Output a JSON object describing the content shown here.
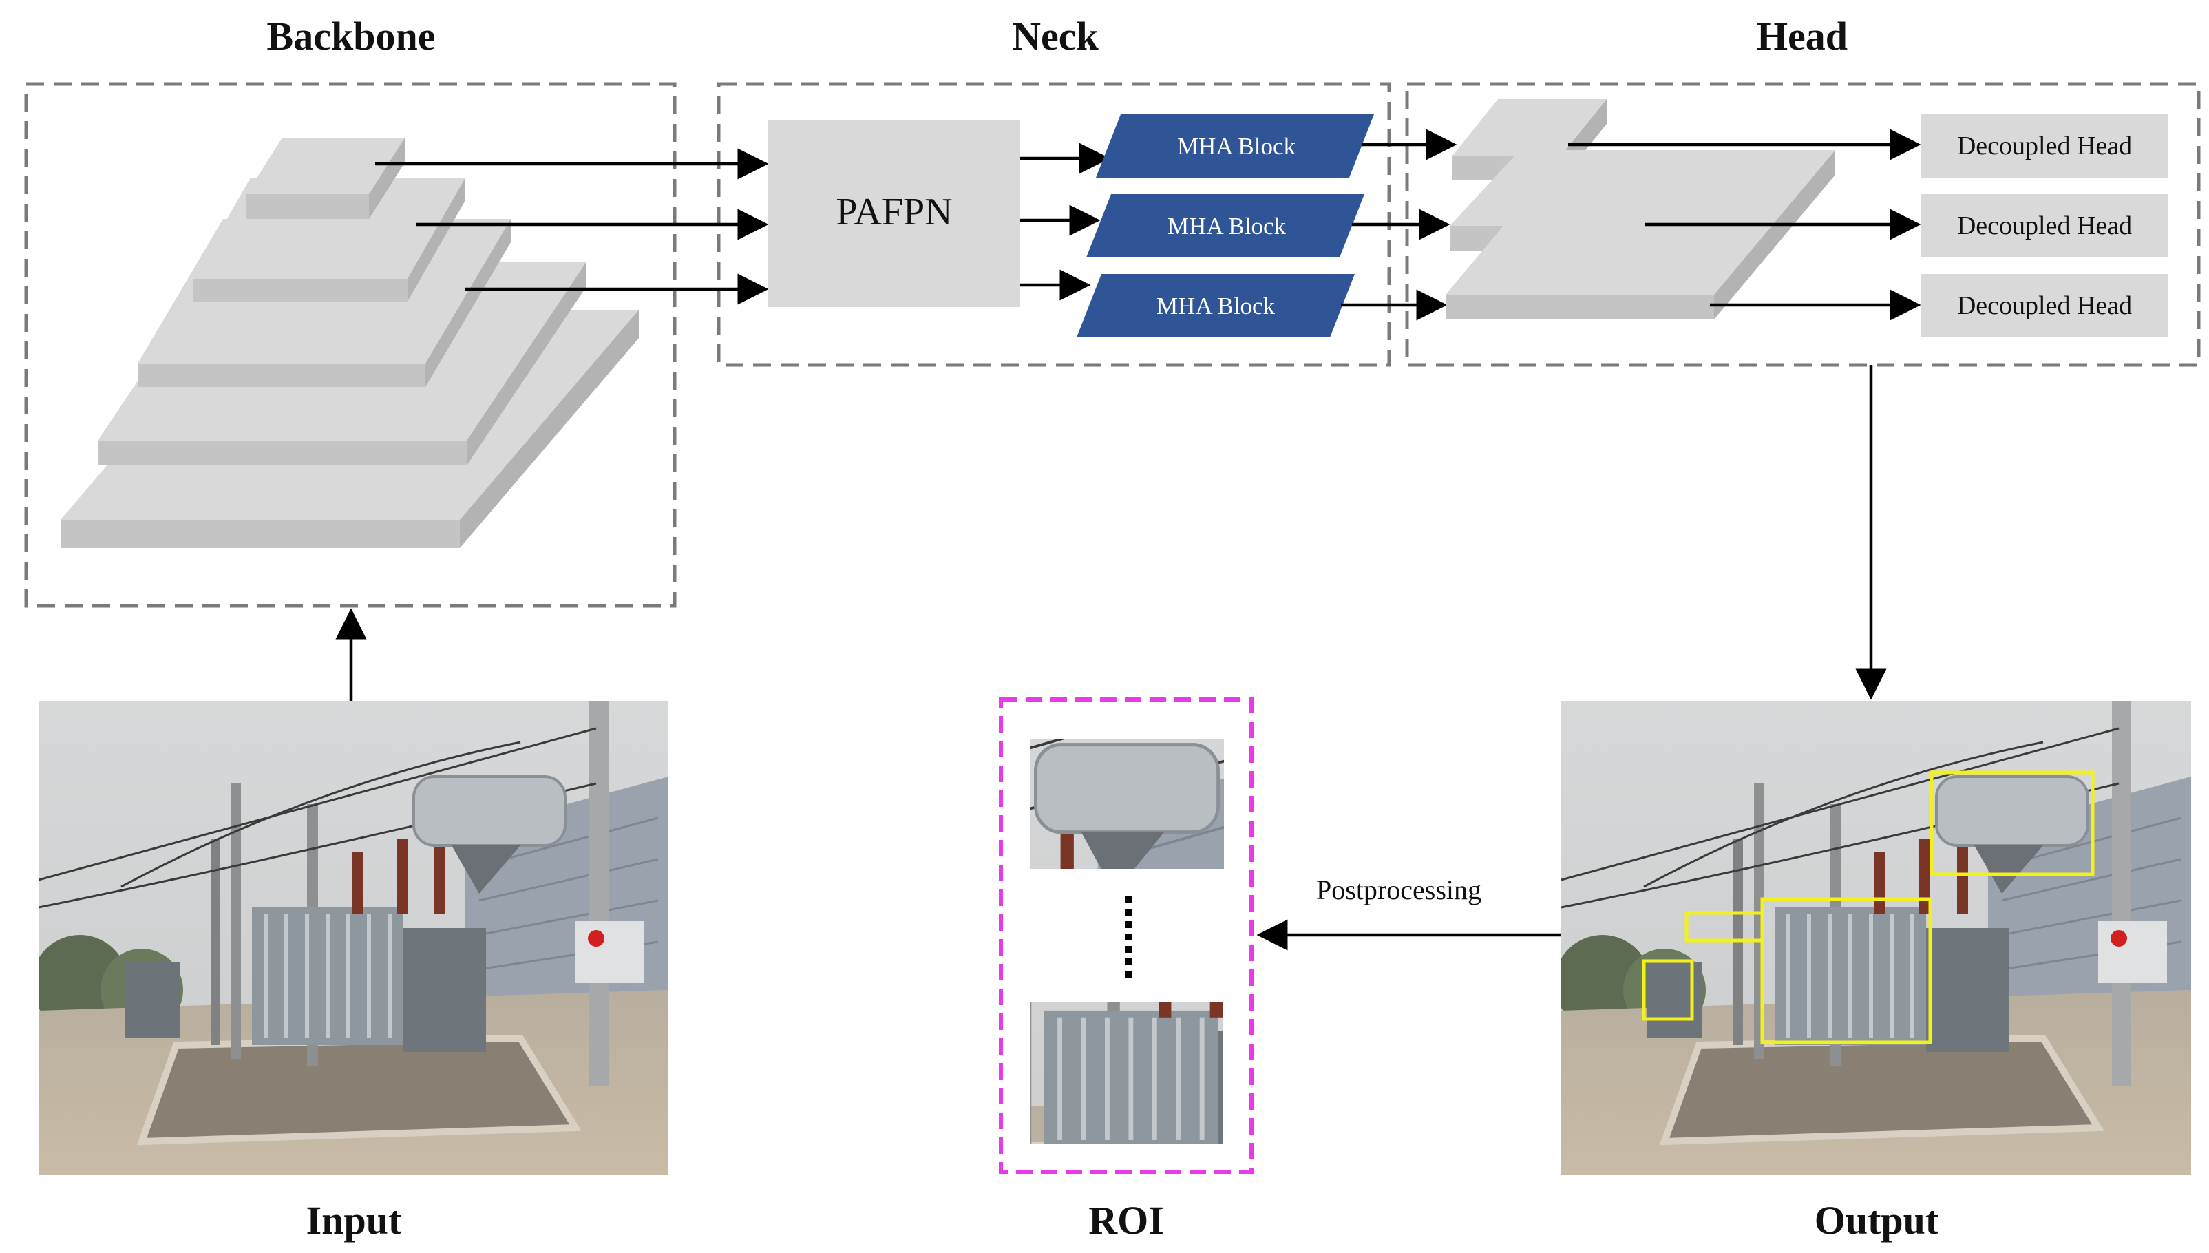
{
  "sections": {
    "backbone_title": "Backbone",
    "neck_title": "Neck",
    "head_title": "Head"
  },
  "neck": {
    "pafpn_label": "PAFPN",
    "mha_blocks": [
      "MHA Block",
      "MHA Block",
      "MHA Block"
    ]
  },
  "head": {
    "decoupled_heads": [
      "Decoupled Head",
      "Decoupled Head",
      "Decoupled Head"
    ]
  },
  "bottom": {
    "input_label": "Input",
    "roi_label": "ROI",
    "output_label": "Output",
    "postprocessing_label": "Postprocessing"
  },
  "colors": {
    "slab_top": "#d9d9d9",
    "slab_front": "#c4c4c4",
    "slab_side": "#b3b3b3",
    "mha_fill": "#2f5597",
    "detection_box": "#f2f21a",
    "roi_border": "#e63be6",
    "dashed_border": "#7a7a7a"
  }
}
